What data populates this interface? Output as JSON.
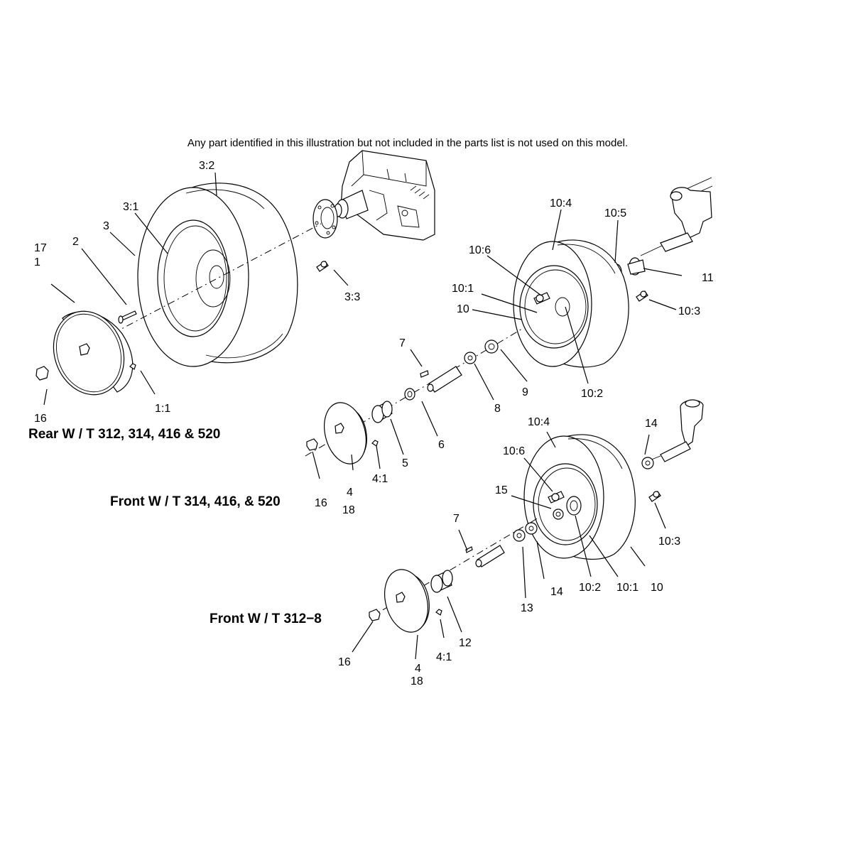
{
  "note": "Any part identified in this illustration but not included in the parts list is not used on this model.",
  "sections": {
    "rear": "Rear W / T 312, 314, 416 & 520",
    "front_a": "Front W / T 314, 416, & 520",
    "front_b": "Front W / T 312−8"
  },
  "callouts": {
    "c3_2": "3:2",
    "c3_1": "3:1",
    "c3": "3",
    "c17": "17",
    "c1": "1",
    "c2": "2",
    "c3_3": "3:3",
    "c16_rear": "16",
    "c1_1": "1:1",
    "c10_4_a": "10:4",
    "c10_5": "10:5",
    "c10_6_a": "10:6",
    "c11": "11",
    "c10_1_a": "10:1",
    "c10_a": "10",
    "c10_3_a": "10:3",
    "c10_2_a": "10:2",
    "c7_a": "7",
    "c9": "9",
    "c8": "8",
    "c6": "6",
    "c5": "5",
    "c4_1_a": "4:1",
    "c4_a": "4",
    "c18_a": "18",
    "c16_a": "16",
    "c10_4_b": "10:4",
    "c14_top": "14",
    "c10_6_b": "10:6",
    "c15": "15",
    "c10_3_b": "10:3",
    "c7_b": "7",
    "c13": "13",
    "c14_b": "14",
    "c10_2_b": "10:2",
    "c10_1_b": "10:1",
    "c10_b": "10",
    "c12": "12",
    "c4_1_b": "4:1",
    "c4_b": "4",
    "c18_b": "18",
    "c16_b": "16"
  }
}
